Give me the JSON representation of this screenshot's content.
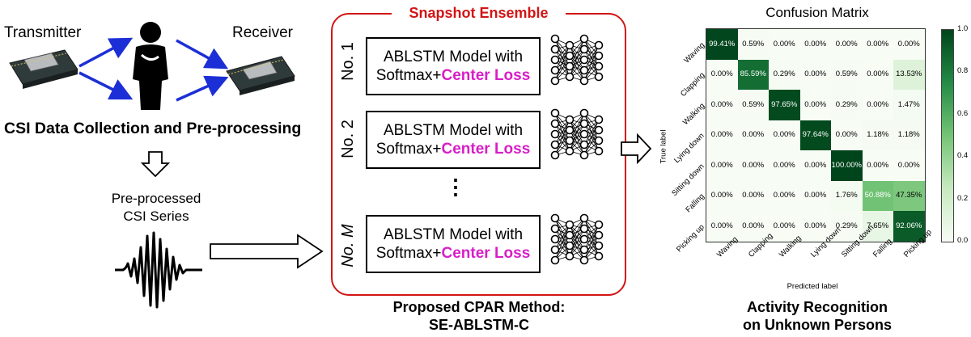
{
  "left_panel": {
    "transmitter_label": "Transmitter",
    "receiver_label": "Receiver",
    "collection_title": "CSI Data Collection and Pre-processing",
    "series_label_line1": "Pre-processed",
    "series_label_line2": "CSI Series"
  },
  "ensemble": {
    "title": "Snapshot Ensemble",
    "models": [
      {
        "index_label": "No. 1",
        "line1": "ABLSTM Model with",
        "line2_prefix": "Softmax+",
        "line2_highlight": "Center Loss"
      },
      {
        "index_label": "No. 2",
        "line1": "ABLSTM Model with",
        "line2_prefix": "Softmax+",
        "line2_highlight": "Center Loss"
      },
      {
        "index_label": "No. M",
        "line1": "ABLSTM Model with",
        "line2_prefix": "Softmax+",
        "line2_highlight": "Center Loss"
      }
    ],
    "ellipsis": "⋮",
    "caption_line1": "Proposed CPAR Method:",
    "caption_line2": "SE-ABLSTM-C"
  },
  "result": {
    "caption_line1": "Activity Recognition",
    "caption_line2": "on Unknown Persons"
  },
  "colors": {
    "ensemble_border": "#d21414",
    "highlight_text": "#d81ec8",
    "arrow_blue": "#1c2fd6",
    "cm_dark": "#00441b",
    "cm_light": "#f7fcf5"
  },
  "chart_data": {
    "type": "heatmap",
    "title": "Confusion Matrix",
    "xlabel": "Predicted label",
    "ylabel": "True label",
    "labels": [
      "Waving",
      "Clapping",
      "Walking",
      "Lying down",
      "Sitting down",
      "Falling",
      "Picking up"
    ],
    "values": [
      [
        99.41,
        0.59,
        0.0,
        0.0,
        0.0,
        0.0,
        0.0
      ],
      [
        0.0,
        85.59,
        0.29,
        0.0,
        0.59,
        0.0,
        13.53
      ],
      [
        0.0,
        0.59,
        97.65,
        0.0,
        0.29,
        0.0,
        1.47
      ],
      [
        0.0,
        0.0,
        0.0,
        97.64,
        0.0,
        1.18,
        1.18
      ],
      [
        0.0,
        0.0,
        0.0,
        0.0,
        100.0,
        0.0,
        0.0
      ],
      [
        0.0,
        0.0,
        0.0,
        0.0,
        1.76,
        50.88,
        47.35
      ],
      [
        0.0,
        0.0,
        0.0,
        0.0,
        0.29,
        7.65,
        92.06
      ]
    ],
    "cell_text": [
      [
        "99.41%",
        "0.59%",
        "0.00%",
        "0.00%",
        "0.00%",
        "0.00%",
        "0.00%"
      ],
      [
        "0.00%",
        "85.59%",
        "0.29%",
        "0.00%",
        "0.59%",
        "0.00%",
        "13.53%"
      ],
      [
        "0.00%",
        "0.59%",
        "97.65%",
        "0.00%",
        "0.29%",
        "0.00%",
        "1.47%"
      ],
      [
        "0.00%",
        "0.00%",
        "0.00%",
        "97.64%",
        "0.00%",
        "1.18%",
        "1.18%"
      ],
      [
        "0.00%",
        "0.00%",
        "0.00%",
        "0.00%",
        "100.00%",
        "0.00%",
        "0.00%"
      ],
      [
        "0.00%",
        "0.00%",
        "0.00%",
        "0.00%",
        "1.76%",
        "50.88%",
        "47.35%"
      ],
      [
        "0.00%",
        "0.00%",
        "0.00%",
        "0.00%",
        "0.29%",
        "7.65%",
        "92.06%"
      ]
    ],
    "colorbar_ticks": [
      "0.0",
      "0.2",
      "0.4",
      "0.6",
      "0.8",
      "1.0"
    ],
    "colorbar_range": [
      0,
      1
    ]
  }
}
